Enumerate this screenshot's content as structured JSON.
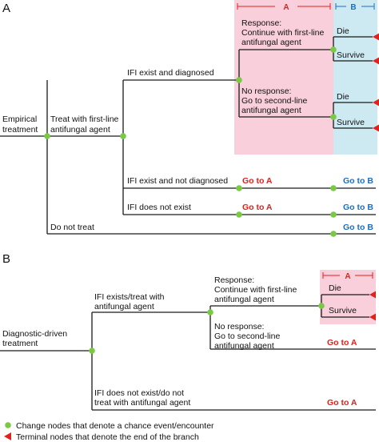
{
  "panel_a": {
    "label": "A",
    "box_a_label": "A",
    "box_b_label": "B",
    "root": [
      "Empirical",
      "treatment"
    ],
    "treat": [
      "Treat with first-line",
      "antifungal agent"
    ],
    "ifi_diagnosed": "IFI exist and diagnosed",
    "response": [
      "Response:",
      "Continue with first-line",
      "antifungal agent"
    ],
    "no_response": [
      "No response:",
      "Go to second-line",
      "antifungal agent"
    ],
    "die": "Die",
    "survive": "Survive",
    "ifi_not_diagnosed": "IFI exist and not diagnosed",
    "ifi_not_exist": "IFI does not exist",
    "do_not_treat": "Do not treat",
    "go_to_a": "Go to A",
    "go_to_b": "Go to B"
  },
  "panel_b": {
    "label": "B",
    "box_a_label": "A",
    "root": [
      "Diagnostic-driven",
      "treatment"
    ],
    "ifi_exists_treat": [
      "IFI exists/treat with",
      "antifungal agent"
    ],
    "response": [
      "Response:",
      "Continue with first-line",
      "antifungal agent"
    ],
    "no_response": [
      "No response:",
      "Go to second-line",
      "antifungal agent"
    ],
    "die": "Die",
    "survive": "Survive",
    "ifi_not_exist": [
      "IFI does not exist/do not",
      "treat with antifungal agent"
    ],
    "go_to_a": "Go to A"
  },
  "legend": {
    "chance_node": "Change nodes that denote a chance event/encounter",
    "terminal_node": "Terminal nodes that denote the end of the branch"
  },
  "colors": {
    "chance_node": "#7ac943",
    "terminal_node": "#e0211c",
    "box_a_fill": "#f9cfdb",
    "box_b_fill": "#cde9f2",
    "go_to_a": "#e0211c",
    "go_to_b": "#1a6fc4"
  }
}
